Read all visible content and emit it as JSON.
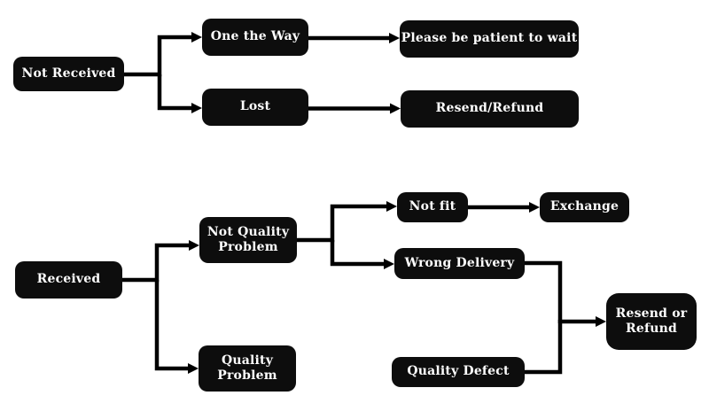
{
  "colors": {
    "background": "#ffffff",
    "node": "#0d0d0d",
    "text": "#ffffff",
    "line": "#000000"
  },
  "nodes": {
    "not_received": {
      "label": "Not Received"
    },
    "one_the_way": {
      "label": "One the Way"
    },
    "lost": {
      "label": "Lost"
    },
    "please_wait": {
      "label": "Please be patient to wait"
    },
    "resend_refund": {
      "label": "Resend/Refund"
    },
    "received": {
      "label": "Received"
    },
    "not_quality_problem": {
      "label": "Not Quality Problem"
    },
    "quality_problem": {
      "label": "Quality Problem"
    },
    "not_fit": {
      "label": "Not fit"
    },
    "exchange": {
      "label": "Exchange"
    },
    "wrong_delivery": {
      "label": "Wrong Delivery"
    },
    "quality_defect": {
      "label": "Quality Defect"
    },
    "resend_or_refund": {
      "label": "Resend or Refund"
    }
  },
  "edges": [
    {
      "from": "Not Received",
      "to": "One the Way"
    },
    {
      "from": "Not Received",
      "to": "Lost"
    },
    {
      "from": "One the Way",
      "to": "Please be patient to wait"
    },
    {
      "from": "Lost",
      "to": "Resend/Refund"
    },
    {
      "from": "Received",
      "to": "Not Quality Problem"
    },
    {
      "from": "Received",
      "to": "Quality Problem"
    },
    {
      "from": "Not Quality Problem",
      "to": "Not fit"
    },
    {
      "from": "Not Quality Problem",
      "to": "Wrong Delivery"
    },
    {
      "from": "Not fit",
      "to": "Exchange"
    },
    {
      "from": "Wrong Delivery",
      "to": "Resend or Refund"
    },
    {
      "from": "Quality Problem",
      "to": "Quality Defect"
    },
    {
      "from": "Quality Defect",
      "to": "Resend or Refund"
    }
  ]
}
